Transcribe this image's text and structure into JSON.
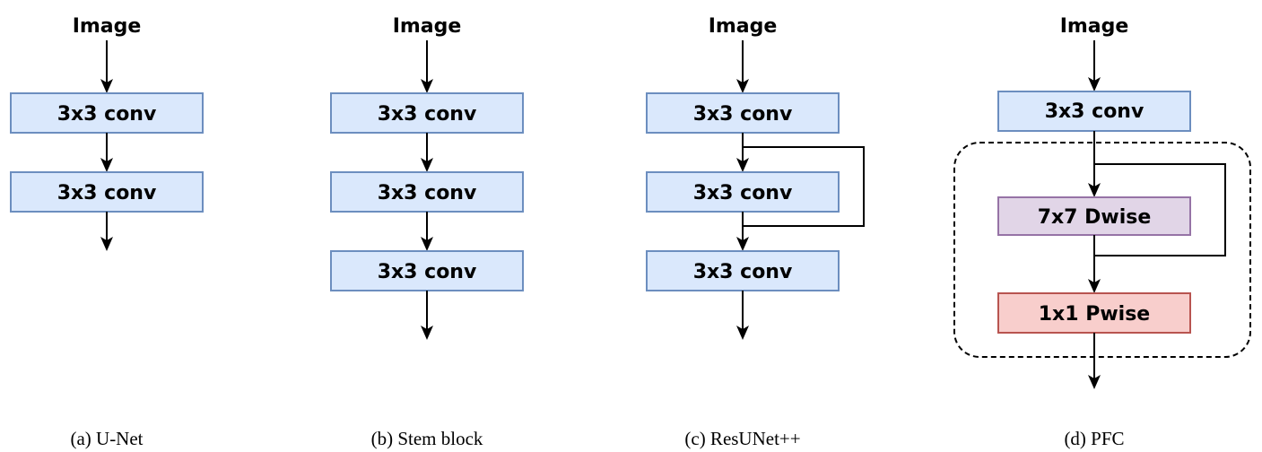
{
  "colors": {
    "conv_fill": "#dae8fc",
    "conv_stroke": "#6c8ebf",
    "dwise_fill": "#e1d5e7",
    "dwise_stroke": "#9673a6",
    "pwise_fill": "#f8cecc",
    "pwise_stroke": "#b85450"
  },
  "panels": [
    {
      "input_label": "Image",
      "blocks": [
        "3x3 conv",
        "3x3 conv"
      ],
      "caption": "(a) U-Net"
    },
    {
      "input_label": "Image",
      "blocks": [
        "3x3 conv",
        "3x3 conv",
        "3x3 conv"
      ],
      "caption": "(b) Stem block"
    },
    {
      "input_label": "Image",
      "blocks": [
        "3x3 conv",
        "3x3 conv",
        "3x3 conv"
      ],
      "caption": "(c) ResUNet++"
    },
    {
      "input_label": "Image",
      "blocks": [
        "3x3 conv",
        "7x7 Dwise",
        "1x1 Pwise"
      ],
      "caption": "(d) PFC"
    }
  ]
}
